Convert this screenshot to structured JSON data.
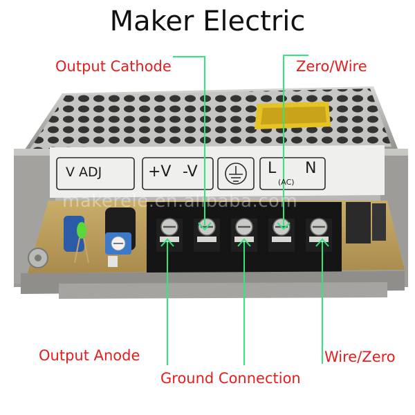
{
  "title": "Maker Electric",
  "callouts": {
    "output_cathode": "Output Cathode",
    "zero_wire": "Zero/Wire",
    "output_anode": "Output  Anode",
    "ground_connection": "Ground Connection",
    "wire_zero": "Wire/Zero"
  },
  "panel": {
    "v_adj": "V   ADJ",
    "plus_v": "+V",
    "minus_v": "-V",
    "l": "L",
    "ac": "(AC)",
    "n": "N"
  },
  "watermark": "makerele.en.alibaba.com",
  "colors": {
    "label_red": "#e81c1c",
    "leader_green": "#2ee87a",
    "terminal_black": "#151515",
    "case_silver": "#b8b8b6"
  }
}
